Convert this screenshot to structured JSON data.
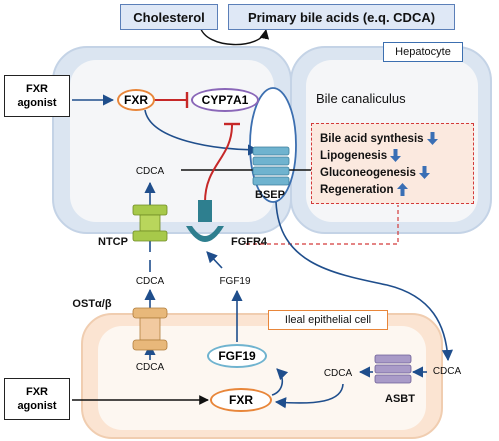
{
  "labels": {
    "cholesterol": "Cholesterol",
    "primary_bile_acids": "Primary bile acids (e.q. CDCA)",
    "hepatocyte": "Hepatocyte",
    "fxr_agonist_line1": "FXR",
    "fxr_agonist_line2": "agonist",
    "fxr": "FXR",
    "cyp7a1": "CYP7A1",
    "bile_canaliculus": "Bile canaliculus",
    "cdca": "CDCA",
    "bsep": "BSEP",
    "ntcp": "NTCP",
    "fgfr4": "FGFR4",
    "fgf19": "FGF19",
    "ost": "OSTα/β",
    "ileal_cell": "Ileal epithelial cell",
    "asbt": "ASBT"
  },
  "effects": [
    {
      "label": "Bile acid synthesis",
      "direction": "down"
    },
    {
      "label": "Lipogenesis",
      "direction": "down"
    },
    {
      "label": "Gluconeogenesis",
      "direction": "down"
    },
    {
      "label": "Regeneration",
      "direction": "up"
    }
  ],
  "colors": {
    "arrow": "#1f4e8c",
    "inhibition": "#c62828",
    "fxr_border": "#e8863a",
    "cyp_border": "#8a67b8",
    "cell_fill": "#f4f6f8",
    "cell_border": "#c9d7e8",
    "ileal_fill": "#fbe9dd",
    "ntcp_green": "#9fc43b",
    "bsep_blue": "#6fb3cf",
    "asbt_purple": "#a99bc8",
    "ost_tan": "#e8b87a",
    "fgfr4_teal": "#2e7f8f"
  }
}
